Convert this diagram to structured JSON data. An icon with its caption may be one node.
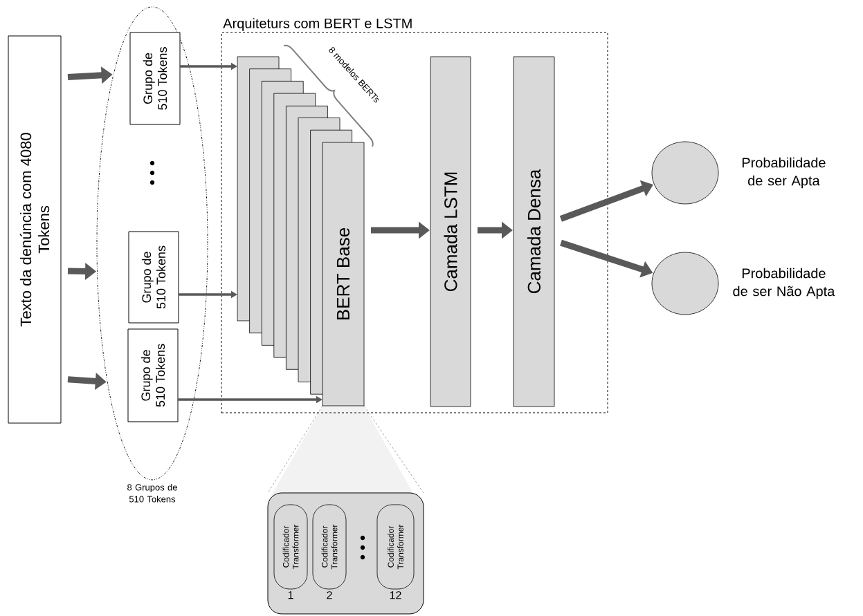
{
  "diagram": {
    "nodes": [
      {
        "text": [
          "Texto da denúncia com 4080 Tokens"
        ]
      },
      {
        "text": [
          "8 Grupos de 510 Tokens"
        ]
      },
      {
        "text": [
          "Grupo de 510 Tokens"
        ],
        "in": 1
      },
      {
        "text": [
          "Grupo de 510 Tokens"
        ],
        "in": 1
      },
      {
        "text": [
          "Grupo de 510 Tokens"
        ],
        "in": 1
      },
      {
        "text": [
          "Arquiteturs com BERT e LSTM"
        ]
      },
      {
        "text": [],
        "shape": "box",
        "in": 5
      },
      {
        "text": [],
        "shape": "box",
        "in": 5
      },
      {
        "text": [],
        "shape": "box",
        "in": 5
      },
      {
        "text": [],
        "shape": "box",
        "in": 5
      },
      {
        "text": [],
        "shape": "box",
        "in": 5
      },
      {
        "text": [],
        "shape": "box",
        "in": 5
      },
      {
        "text": [],
        "shape": "box",
        "in": 5
      },
      {
        "text": [
          "BERT Base"
        ],
        "in": 5
      },
      {
        "text": [
          "Camada LSTM"
        ],
        "in": 5
      },
      {
        "text": [
          "Camada Densa"
        ],
        "in": 5
      },
      {
        "text": [],
        "shape": "circle",
        "beside": [
          "Probabilidade de ser Apta"
        ]
      },
      {
        "text": [],
        "shape": "circle",
        "beside": [
          "Probabilidade de ser Não Apta"
        ]
      },
      {
        "text": [],
        "shape": "box"
      },
      {
        "text": [
          "Codificador Transformer"
        ],
        "in": 18,
        "beside": [
          "1"
        ]
      },
      {
        "text": [
          "Codificador Transformer"
        ],
        "in": 18,
        "beside": [
          "2"
        ]
      },
      {
        "text": [
          "Codificador Transformer"
        ],
        "in": 18,
        "beside": [
          "12"
        ]
      }
    ],
    "edges": [
      {
        "from": 0,
        "to": 1,
        "arrow": "to"
      },
      {
        "from": 0,
        "to": 1,
        "arrow": "to"
      },
      {
        "from": 0,
        "to": 1,
        "arrow": "to"
      },
      {
        "from": 2,
        "to": 6,
        "arrow": "to"
      },
      {
        "from": 3,
        "to": 6,
        "arrow": "to"
      },
      {
        "from": 4,
        "to": 13,
        "arrow": "to"
      },
      {
        "from": 13,
        "to": 14,
        "arrow": "to"
      },
      {
        "from": 14,
        "to": 15,
        "arrow": "to"
      },
      {
        "from": 15,
        "to": 16,
        "arrow": "to"
      },
      {
        "from": 15,
        "to": 17,
        "arrow": "to"
      },
      {
        "from": 13,
        "to": 18,
        "arrow": "none",
        "style": "dashed",
        "color": "#a6a6a6"
      },
      {
        "from": 13,
        "to": 18,
        "arrow": "none",
        "style": "dashed",
        "color": "#a6a6a6"
      }
    ],
    "labels": [
      "8 modelos BERTs"
    ]
  }
}
